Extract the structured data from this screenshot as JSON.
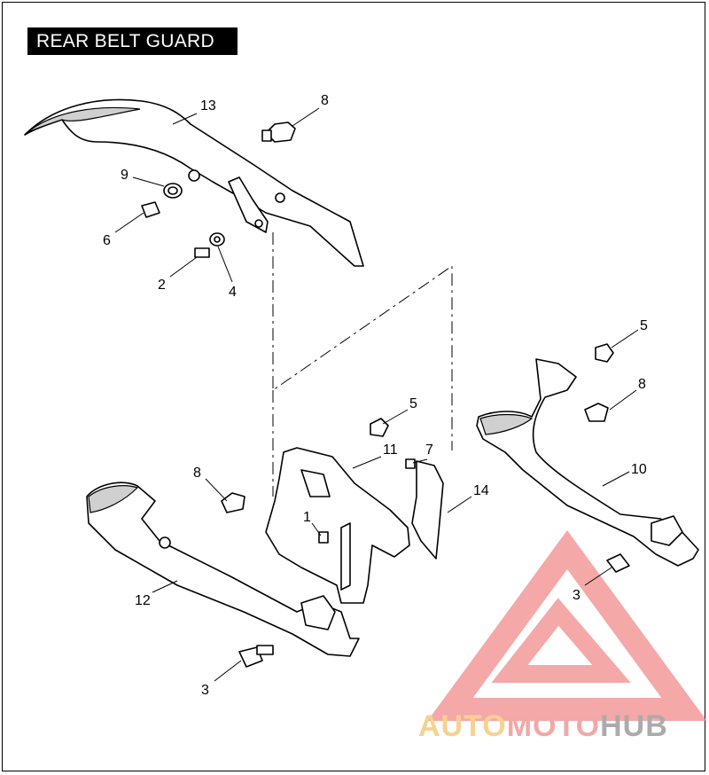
{
  "title": "REAR BELT GUARD",
  "callouts": [
    {
      "id": "c13",
      "text": "13"
    },
    {
      "id": "c8a",
      "text": "8"
    },
    {
      "id": "c9",
      "text": "9"
    },
    {
      "id": "c6",
      "text": "6"
    },
    {
      "id": "c2",
      "text": "2"
    },
    {
      "id": "c4",
      "text": "4"
    },
    {
      "id": "c5a",
      "text": "5"
    },
    {
      "id": "c8b",
      "text": "8"
    },
    {
      "id": "c10",
      "text": "10"
    },
    {
      "id": "c5b",
      "text": "5"
    },
    {
      "id": "c11",
      "text": "11"
    },
    {
      "id": "c7",
      "text": "7"
    },
    {
      "id": "c14",
      "text": "14"
    },
    {
      "id": "c8c",
      "text": "8"
    },
    {
      "id": "c1",
      "text": "1"
    },
    {
      "id": "c12",
      "text": "12"
    },
    {
      "id": "c3a",
      "text": "3"
    },
    {
      "id": "c3b",
      "text": "3"
    }
  ],
  "watermark": {
    "auto": "AUTO",
    "moto": "MOTO",
    "hub": "HUB",
    "colors": {
      "auto": "#f5c26b",
      "moto": "#f08a8a",
      "hub": "#9a9a9a",
      "triangle": "#f28b8b"
    }
  }
}
